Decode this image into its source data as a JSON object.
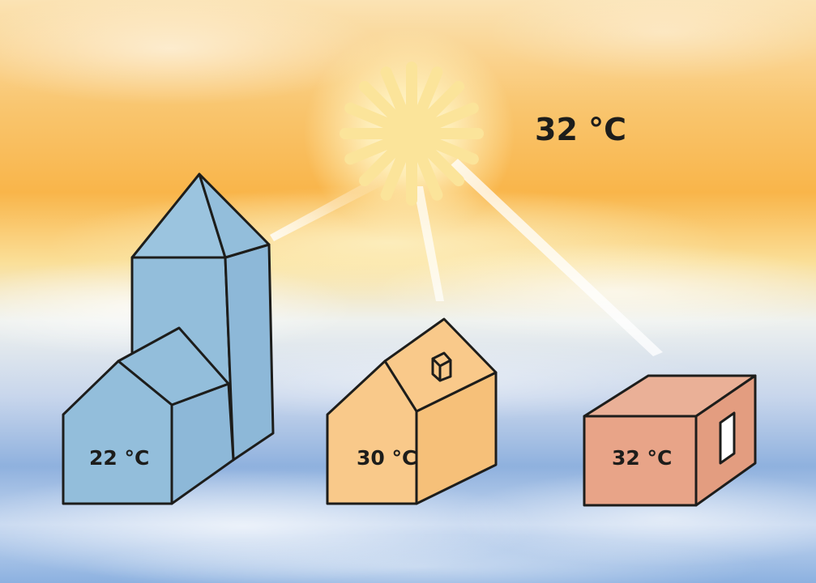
{
  "sun": {
    "temperature": "32 °C"
  },
  "buildings": [
    {
      "id": "blue-tower-house",
      "temperature": "22 °C",
      "color": "#93bedb"
    },
    {
      "id": "orange-house",
      "temperature": "30 °C",
      "color": "#f9c98a"
    },
    {
      "id": "red-box-house",
      "temperature": "32 °C",
      "color": "#e8a488"
    }
  ],
  "colors": {
    "sky_warm": "#f9b54a",
    "sky_cool": "#7da6d9",
    "sun": "#fbe49a",
    "outline": "#1d1d1b"
  }
}
